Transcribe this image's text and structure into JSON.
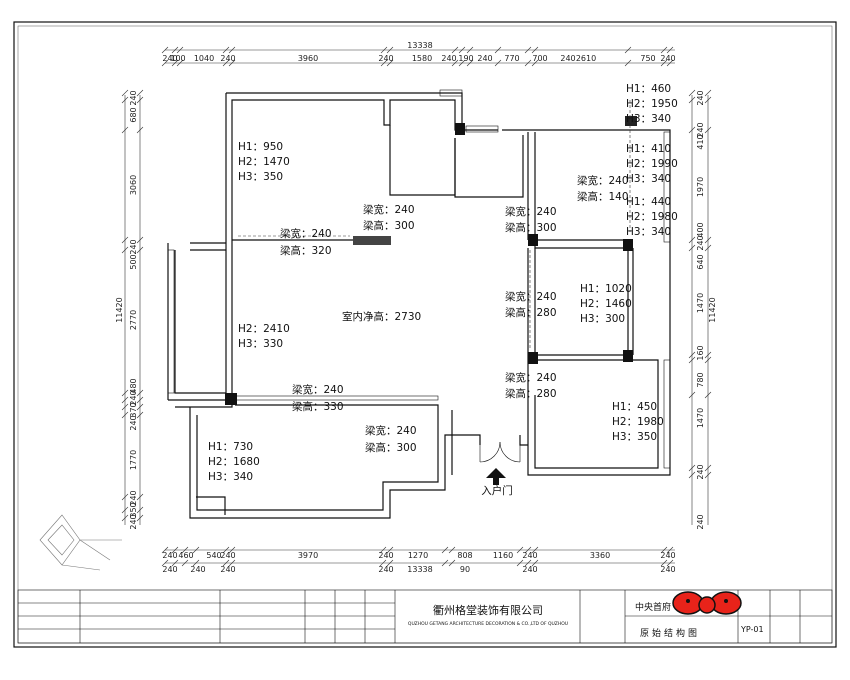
{
  "dims": {
    "top_total": "13338",
    "top": [
      "240",
      "100",
      "1040",
      "240",
      "3960",
      "240",
      "1580",
      "240",
      "190",
      "240",
      "770",
      "700",
      "240",
      "2610",
      "750",
      "240"
    ],
    "bottom": [
      "240",
      "460",
      "540",
      "240",
      "3970",
      "240",
      "1270",
      "808",
      "1160",
      "240",
      "3360",
      "240"
    ],
    "bottom2": [
      "240",
      "240",
      "240",
      "240",
      "90",
      "240",
      "240"
    ],
    "bottom_total": "13338",
    "left": [
      "240",
      "680",
      "3060",
      "240",
      "500",
      "2770",
      "480",
      "240",
      "370",
      "240",
      "1770",
      "240",
      "350",
      "240"
    ],
    "left_total": "11420",
    "right": [
      "240",
      "240",
      "410",
      "1970",
      "400",
      "240",
      "640",
      "1470",
      "160",
      "780",
      "1470",
      "240",
      "240"
    ],
    "right_total": "11420"
  },
  "labels": {
    "room_a": [
      "H1：950",
      "H2：1470",
      "H3：350"
    ],
    "room_b": [
      "H1：410",
      "H2：1990",
      "H3：340"
    ],
    "room_b2": [
      "H1：440",
      "H2：1980",
      "H3：340"
    ],
    "room_b_top": [
      "H1：460",
      "H2：1950",
      "H3：340"
    ],
    "room_c": [
      "H1：1020",
      "H2：1460",
      "H3：300"
    ],
    "room_d": [
      "H1：450",
      "H2：1980",
      "H3：350"
    ],
    "room_e": [
      "H1：730",
      "H2：1680",
      "H3：340"
    ],
    "living": [
      "H2：2410",
      "H3：330"
    ],
    "ceiling": "室内净高：2730",
    "beam1": [
      "梁宽：240",
      "梁高：320"
    ],
    "beam2": [
      "梁宽：240",
      "梁高：300"
    ],
    "beam3": [
      "梁宽：240",
      "梁高：300"
    ],
    "beam4": [
      "梁宽：240",
      "梁高：280"
    ],
    "beam5": [
      "梁宽：240",
      "梁高：280"
    ],
    "beam6": [
      "梁宽：240",
      "梁高：330"
    ],
    "beam7": [
      "梁宽：240",
      "梁高：300"
    ],
    "beam_b": [
      "梁宽：240",
      "梁高：140"
    ],
    "entrance": "入户门"
  },
  "title_block": {
    "company_cn": "衢州格堂装饰有限公司",
    "company_en": "QUZHOU GETANG ARCHITECTURE DECORATION & CO.,LTD OF QUZHOU",
    "project": "中央首府",
    "drawing_name": "原始结构图",
    "drawing_no": "YP-01"
  },
  "colors": {
    "line": "#111111",
    "bow": "#e8231a"
  }
}
